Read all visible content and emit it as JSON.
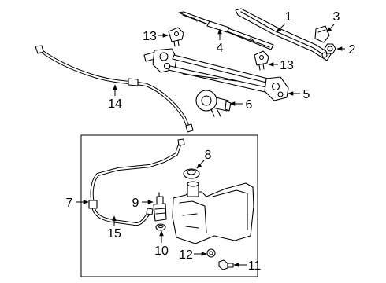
{
  "colors": {
    "line": "#000000",
    "background": "#ffffff"
  },
  "callouts": [
    "1",
    "2",
    "3",
    "4",
    "5",
    "6",
    "7",
    "8",
    "9",
    "10",
    "11",
    "12",
    "13",
    "13",
    "14",
    "15"
  ]
}
